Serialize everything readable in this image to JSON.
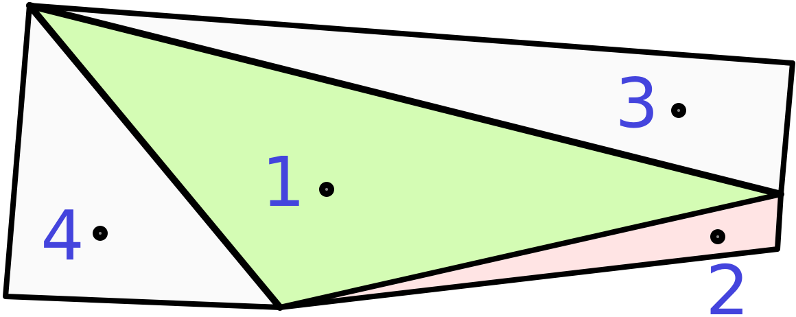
{
  "diagram": {
    "regions": [
      {
        "label": "1",
        "fill": "#d4fcb4"
      },
      {
        "label": "2",
        "fill": "#ffe4e4"
      },
      {
        "label": "3",
        "fill": "#fafafa"
      },
      {
        "label": "4",
        "fill": "#fafafa"
      }
    ],
    "edge_color": "#000000",
    "label_color": "#4444dd",
    "dot_color": "#000000"
  }
}
